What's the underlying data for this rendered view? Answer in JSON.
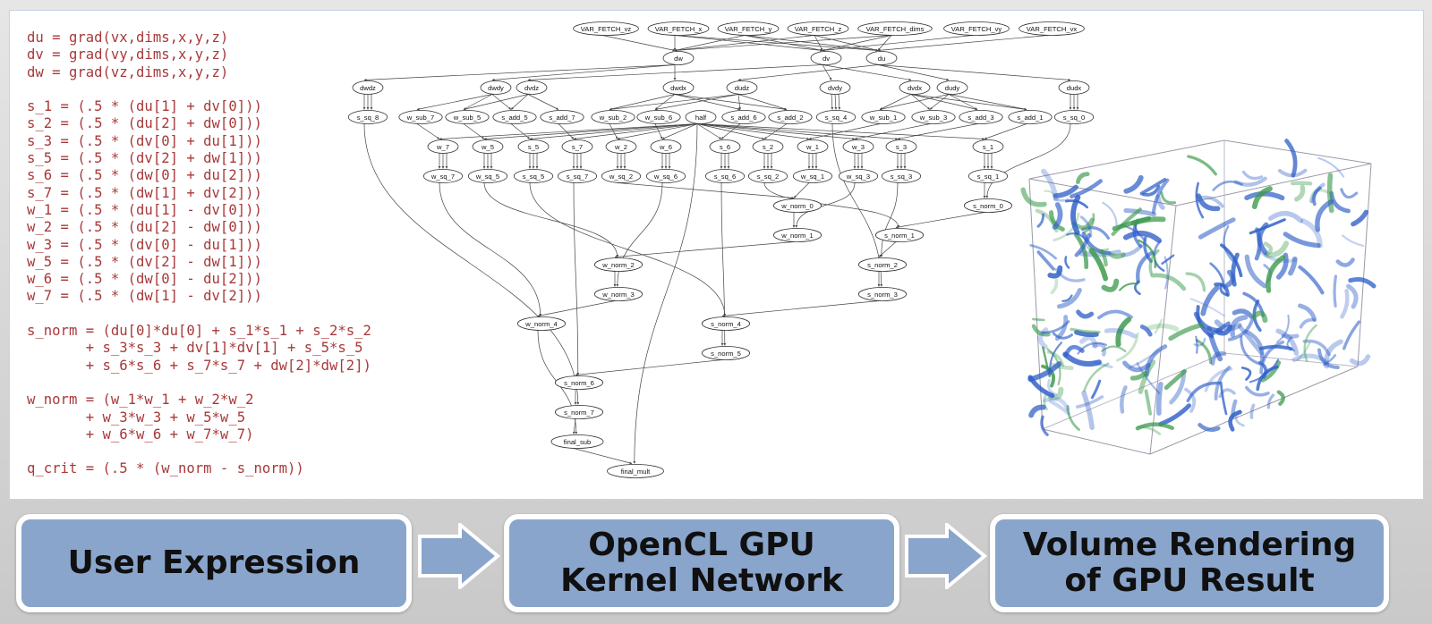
{
  "code_lines": [
    "du = grad(vx,dims,x,y,z)",
    "dv = grad(vy,dims,x,y,z)",
    "dw = grad(vz,dims,x,y,z)",
    "",
    "s_1 = (.5 * (du[1] + dv[0]))",
    "s_2 = (.5 * (du[2] + dw[0]))",
    "s_3 = (.5 * (dv[0] + du[1]))",
    "s_5 = (.5 * (dv[2] + dw[1]))",
    "s_6 = (.5 * (dw[0] + du[2]))",
    "s_7 = (.5 * (dw[1] + dv[2]))",
    "w_1 = (.5 * (du[1] - dv[0]))",
    "w_2 = (.5 * (du[2] - dw[0]))",
    "w_3 = (.5 * (dv[0] - du[1]))",
    "w_5 = (.5 * (dv[2] - dw[1]))",
    "w_6 = (.5 * (dw[0] - du[2]))",
    "w_7 = (.5 * (dw[1] - dv[2]))",
    "",
    "s_norm = (du[0]*du[0] + s_1*s_1 + s_2*s_2",
    "       + s_3*s_3 + dv[1]*dv[1] + s_5*s_5",
    "       + s_6*s_6 + s_7*s_7 + dw[2]*dw[2])",
    "",
    "w_norm = (w_1*w_1 + w_2*w_2",
    "       + w_3*w_3 + w_5*w_5",
    "       + w_6*w_6 + w_7*w_7)",
    "",
    "q_crit = (.5 * (w_norm - s_norm))"
  ],
  "graph_nodes": [
    "VAR_FETCH_vz",
    "VAR_FETCH_x",
    "VAR_FETCH_y",
    "VAR_FETCH_z",
    "VAR_FETCH_dims",
    "VAR_FETCH_vy",
    "VAR_FETCH_vx",
    "dw",
    "dv",
    "du",
    "dwdz",
    "dwdy",
    "dvdz",
    "dwdx",
    "dudz",
    "dvdy",
    "dvdx",
    "dudy",
    "dudx",
    "s_sq_8",
    "w_sub_7",
    "w_sub_5",
    "s_add_5",
    "s_add_7",
    "w_sub_2",
    "w_sub_6",
    "half",
    "s_add_6",
    "s_add_2",
    "s_sq_4",
    "w_sub_1",
    "w_sub_3",
    "s_add_3",
    "s_add_1",
    "s_sq_0",
    "w_7",
    "w_5",
    "s_5",
    "s_7",
    "w_2",
    "w_6",
    "s_6",
    "s_2",
    "w_1",
    "w_3",
    "s_3",
    "s_1",
    "w_sq_7",
    "w_sq_5",
    "s_sq_5",
    "s_sq_7",
    "w_sq_2",
    "w_sq_6",
    "s_sq_6",
    "s_sq_2",
    "w_sq_1",
    "w_sq_3",
    "s_sq_3",
    "s_sq_1",
    "w_norm_0",
    "s_norm_0",
    "w_norm_1",
    "s_norm_1",
    "w_norm_2",
    "s_norm_2",
    "w_norm_3",
    "s_norm_3",
    "w_norm_4",
    "s_norm_4",
    "s_norm_5",
    "s_norm_6",
    "s_norm_7",
    "final_sub",
    "final_mult"
  ],
  "graph_edges": [
    [
      "VAR_FETCH_vz",
      "dw"
    ],
    [
      "VAR_FETCH_x",
      "dw"
    ],
    [
      "VAR_FETCH_y",
      "dw"
    ],
    [
      "VAR_FETCH_z",
      "dw"
    ],
    [
      "VAR_FETCH_dims",
      "dw"
    ],
    [
      "VAR_FETCH_x",
      "dv"
    ],
    [
      "VAR_FETCH_y",
      "dv"
    ],
    [
      "VAR_FETCH_z",
      "dv"
    ],
    [
      "VAR_FETCH_dims",
      "dv"
    ],
    [
      "VAR_FETCH_vy",
      "dv"
    ],
    [
      "VAR_FETCH_x",
      "du"
    ],
    [
      "VAR_FETCH_y",
      "du"
    ],
    [
      "VAR_FETCH_z",
      "du"
    ],
    [
      "VAR_FETCH_dims",
      "du"
    ],
    [
      "VAR_FETCH_vx",
      "du"
    ],
    [
      "dw",
      "dwdz"
    ],
    [
      "dw",
      "dwdy"
    ],
    [
      "dw",
      "dwdx"
    ],
    [
      "dv",
      "dvdz"
    ],
    [
      "dv",
      "dvdy"
    ],
    [
      "dv",
      "dvdx"
    ],
    [
      "du",
      "dudz"
    ],
    [
      "du",
      "dudy"
    ],
    [
      "du",
      "dudx"
    ],
    [
      "dwdz",
      "s_sq_8"
    ],
    [
      "dwdz",
      "s_sq_8"
    ],
    [
      "dwdz",
      "s_sq_8"
    ],
    [
      "dwdy",
      "w_sub_5"
    ],
    [
      "dwdy",
      "s_add_5"
    ],
    [
      "dvdz",
      "w_sub_5"
    ],
    [
      "dvdz",
      "s_add_5"
    ],
    [
      "dwdx",
      "w_sub_6"
    ],
    [
      "dwdx",
      "s_add_6"
    ],
    [
      "dudz",
      "w_sub_6"
    ],
    [
      "dudz",
      "s_add_6"
    ],
    [
      "dwdy",
      "w_sub_7"
    ],
    [
      "dvdz",
      "s_add_7"
    ],
    [
      "dudz",
      "w_sub_2"
    ],
    [
      "dudz",
      "s_add_2"
    ],
    [
      "dwdx",
      "w_sub_2"
    ],
    [
      "dwdx",
      "s_add_2"
    ],
    [
      "dvdy",
      "s_sq_4"
    ],
    [
      "dvdy",
      "s_sq_4"
    ],
    [
      "dvdy",
      "s_sq_4"
    ],
    [
      "dvdx",
      "w_sub_1"
    ],
    [
      "dvdx",
      "s_add_1"
    ],
    [
      "dudy",
      "w_sub_1"
    ],
    [
      "dudy",
      "s_add_1"
    ],
    [
      "dvdx",
      "w_sub_3"
    ],
    [
      "dvdx",
      "s_add_3"
    ],
    [
      "dudy",
      "w_sub_3"
    ],
    [
      "dudy",
      "s_add_3"
    ],
    [
      "dudx",
      "s_sq_0"
    ],
    [
      "dudx",
      "s_sq_0"
    ],
    [
      "dudx",
      "s_sq_0"
    ],
    [
      "w_sub_7",
      "w_7"
    ],
    [
      "w_sub_5",
      "w_5"
    ],
    [
      "s_add_5",
      "s_5"
    ],
    [
      "s_add_7",
      "s_7"
    ],
    [
      "w_sub_2",
      "w_2"
    ],
    [
      "w_sub_6",
      "w_6"
    ],
    [
      "s_add_6",
      "s_6"
    ],
    [
      "s_add_2",
      "s_2"
    ],
    [
      "w_sub_1",
      "w_1"
    ],
    [
      "w_sub_3",
      "w_3"
    ],
    [
      "s_add_3",
      "s_3"
    ],
    [
      "s_add_1",
      "s_1"
    ],
    [
      "half",
      "w_7"
    ],
    [
      "half",
      "w_5"
    ],
    [
      "half",
      "s_5"
    ],
    [
      "half",
      "s_7"
    ],
    [
      "half",
      "w_2"
    ],
    [
      "half",
      "w_6"
    ],
    [
      "half",
      "s_6"
    ],
    [
      "half",
      "s_2"
    ],
    [
      "half",
      "w_1"
    ],
    [
      "half",
      "w_3"
    ],
    [
      "half",
      "s_3"
    ],
    [
      "half",
      "s_1"
    ],
    [
      "w_7",
      "w_sq_7"
    ],
    [
      "w_7",
      "w_sq_7"
    ],
    [
      "w_7",
      "w_sq_7"
    ],
    [
      "w_5",
      "w_sq_5"
    ],
    [
      "w_5",
      "w_sq_5"
    ],
    [
      "w_5",
      "w_sq_5"
    ],
    [
      "s_5",
      "s_sq_5"
    ],
    [
      "s_5",
      "s_sq_5"
    ],
    [
      "s_5",
      "s_sq_5"
    ],
    [
      "s_7",
      "s_sq_7"
    ],
    [
      "s_7",
      "s_sq_7"
    ],
    [
      "s_7",
      "s_sq_7"
    ],
    [
      "w_2",
      "w_sq_2"
    ],
    [
      "w_2",
      "w_sq_2"
    ],
    [
      "w_2",
      "w_sq_2"
    ],
    [
      "w_6",
      "w_sq_6"
    ],
    [
      "w_6",
      "w_sq_6"
    ],
    [
      "w_6",
      "w_sq_6"
    ],
    [
      "s_6",
      "s_sq_6"
    ],
    [
      "s_6",
      "s_sq_6"
    ],
    [
      "s_6",
      "s_sq_6"
    ],
    [
      "s_2",
      "s_sq_2"
    ],
    [
      "s_2",
      "s_sq_2"
    ],
    [
      "s_2",
      "s_sq_2"
    ],
    [
      "w_1",
      "w_sq_1"
    ],
    [
      "w_1",
      "w_sq_1"
    ],
    [
      "w_1",
      "w_sq_1"
    ],
    [
      "w_3",
      "w_sq_3"
    ],
    [
      "w_3",
      "w_sq_3"
    ],
    [
      "w_3",
      "w_sq_3"
    ],
    [
      "s_3",
      "s_sq_3"
    ],
    [
      "s_3",
      "s_sq_3"
    ],
    [
      "s_3",
      "s_sq_3"
    ],
    [
      "s_1",
      "s_sq_1"
    ],
    [
      "s_1",
      "s_sq_1"
    ],
    [
      "s_1",
      "s_sq_1"
    ],
    [
      "w_sq_2",
      "w_norm_0"
    ],
    [
      "w_sq_1",
      "w_norm_0"
    ],
    [
      "w_norm_0",
      "w_norm_1"
    ],
    [
      "w_sq_3",
      "w_norm_1"
    ],
    [
      "w_norm_1",
      "w_norm_2"
    ],
    [
      "w_sq_5",
      "w_norm_2"
    ],
    [
      "w_norm_2",
      "w_norm_3"
    ],
    [
      "w_sq_6",
      "w_norm_3"
    ],
    [
      "w_norm_3",
      "w_norm_4"
    ],
    [
      "w_sq_7",
      "w_norm_4"
    ],
    [
      "s_sq_0",
      "s_norm_0"
    ],
    [
      "s_sq_1",
      "s_norm_0"
    ],
    [
      "s_norm_0",
      "s_norm_1"
    ],
    [
      "s_sq_2",
      "s_norm_1"
    ],
    [
      "s_norm_1",
      "s_norm_2"
    ],
    [
      "s_sq_3",
      "s_norm_2"
    ],
    [
      "s_norm_2",
      "s_norm_3"
    ],
    [
      "s_sq_4",
      "s_norm_3"
    ],
    [
      "s_norm_3",
      "s_norm_4"
    ],
    [
      "s_sq_5",
      "s_norm_4"
    ],
    [
      "s_norm_4",
      "s_norm_5"
    ],
    [
      "s_sq_6",
      "s_norm_5"
    ],
    [
      "s_norm_5",
      "s_norm_6"
    ],
    [
      "s_sq_7",
      "s_norm_6"
    ],
    [
      "s_norm_6",
      "s_norm_7"
    ],
    [
      "s_sq_8",
      "s_norm_7"
    ],
    [
      "s_norm_7",
      "final_sub"
    ],
    [
      "w_norm_4",
      "final_sub"
    ],
    [
      "final_sub",
      "final_mult"
    ],
    [
      "half",
      "final_mult"
    ]
  ],
  "flow": {
    "box1": "User Expression",
    "box2_line1": "OpenCL GPU",
    "box2_line2": "Kernel Network",
    "box3_line1": "Volume Rendering",
    "box3_line2": "of GPU Result"
  },
  "colors": {
    "code_text": "#a8393a",
    "box_fill": "#8aa5cc",
    "box_border": "#ffffff",
    "render_blue": "#2f5fc8",
    "render_green": "#3c9a4c"
  }
}
